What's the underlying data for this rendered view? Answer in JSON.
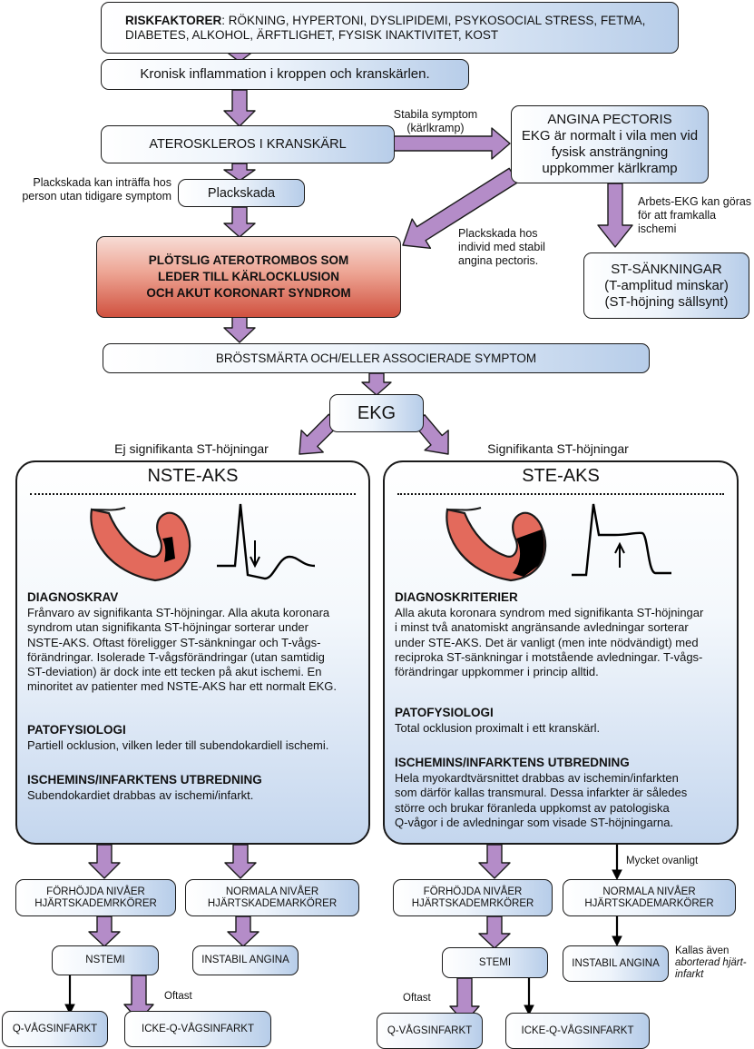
{
  "colors": {
    "arrow": "#b48cc8",
    "heart": "#e36a5c",
    "infarct": "#000000",
    "box_edge": "#b7cde9",
    "alarm": "#d0513f"
  },
  "top": {
    "risk_heading": "RISKFAKTORER",
    "risk_text": ": RÖKNING, HYPERTONI, DYSLIPIDEMI, PSYKOSOCIAL STRESS, FETMA, DIABETES, ALKOHOL, ÄRFTLIGHET, FYSISK INAKTIVITET, KOST",
    "inflammation": "Kronisk inflammation i kroppen och kranskärlen.",
    "atheroscleros": "ATEROSKLEROS I KRANSKÄRL",
    "stable_label": "Stabila symptom (kärlkramp)",
    "angina_title": "ANGINA PECTORIS",
    "angina_text": "EKG är normalt i vila men vid fysisk ansträngning uppkommer kärlkramp",
    "plaque_note_left": "Plackskada kan inträffa hos person utan tidigare symptom",
    "plaque": "Plackskada",
    "plaque_note_right": "Plackskada hos individ med stabil angina pectoris.",
    "exercise_note": "Arbets-EKG kan göras för att framkalla ischemi",
    "st_dep_title": "ST-SÄNKNINGAR",
    "st_dep_1": "(T-amplitud minskar)",
    "st_dep_2": "(ST-höjning sällsynt)",
    "acute_1": "PLÖTSLIG ATEROTROMBOS SOM",
    "acute_2": "LEDER TILL KÄRLOCKLUSION",
    "acute_3": "OCH AKUT KORONART SYNDROM",
    "symptoms": "BRÖSTSMÄRTA OCH/ELLER ASSOCIERADE SYMPTOM",
    "ekg": "EKG",
    "left_branch": "Ej signifikanta ST-höjningar",
    "right_branch": "Signifikanta ST-höjningar"
  },
  "nste": {
    "title": "NSTE-AKS",
    "diag_heading": "DIAGNOSKRAV",
    "diag_lines": [
      "Frånvaro av signifikanta ST-höjningar. Alla akuta koronara",
      "syndrom utan signifikanta ST-höjningar sorterar under",
      "NSTE-AKS. Oftast föreligger ST-sänkningar och T-vågs-",
      "förändringar. Isolerade T-vågsförändringar (utan samtidig",
      "ST-deviation) är dock inte ett tecken på akut ischemi.  En",
      "minoritet av patienter med NSTE-AKS har ett normalt EKG."
    ],
    "patho_heading": "PATOFYSIOLOGI",
    "patho_lines": [
      "Partiell ocklusion, vilken leder till subendokardiell ischemi."
    ],
    "extent_heading": "ISCHEMINS/INFARKTENS UTBREDNING",
    "extent_lines": [
      "Subendokardiet drabbas av ischemi/infarkt."
    ]
  },
  "ste": {
    "title": "STE-AKS",
    "diag_heading": "DIAGNOSKRITERIER",
    "diag_lines": [
      "Alla akuta koronara syndrom med signifikanta ST-höjningar",
      "i minst två anatomiskt angränsande avledningar sorterar",
      "under STE-AKS. Det är vanligt (men inte nödvändigt) med",
      "reciproka ST-sänkningar i motstående avledningar. T-vågs-",
      "förändringar uppkommer i princip alltid."
    ],
    "patho_heading": "PATOFYSIOLOGI",
    "patho_lines": [
      "Total ocklusion proximalt i ett kranskärl."
    ],
    "extent_heading": "ISCHEMINS/INFARKTENS UTBREDNING",
    "extent_lines": [
      "Hela myokardtvärsnittet drabbas av ischemin/infarkten",
      "som därför kallas transmural. Dessa infarkter är således",
      "större och brukar föranleda uppkomst av patologiska",
      "Q-vågor i de avledningar som visade ST-höjningarna."
    ]
  },
  "bottom": {
    "elev_l1": "FÖRHÖJDA NIVÅER",
    "elev_l2": "HJÄRTSKADEMRKÖRER",
    "norm_l1": "NORMALA NIVÅER",
    "norm_l2": "HJÄRTSKADEMARKÖRER",
    "nstemi": "NSTEMI",
    "stemi": "STEMI",
    "unstable": "INSTABIL ANGINA",
    "q_wave": "Q-VÅGSINFARKT",
    "non_q": "ICKE-Q-VÅGSINFARKT",
    "oftast": "Oftast",
    "very_rare": "Mycket ovanligt",
    "aborted_1": "Kallas även",
    "aborted_2": "aborterad hjärt-",
    "aborted_3": "infarkt"
  }
}
